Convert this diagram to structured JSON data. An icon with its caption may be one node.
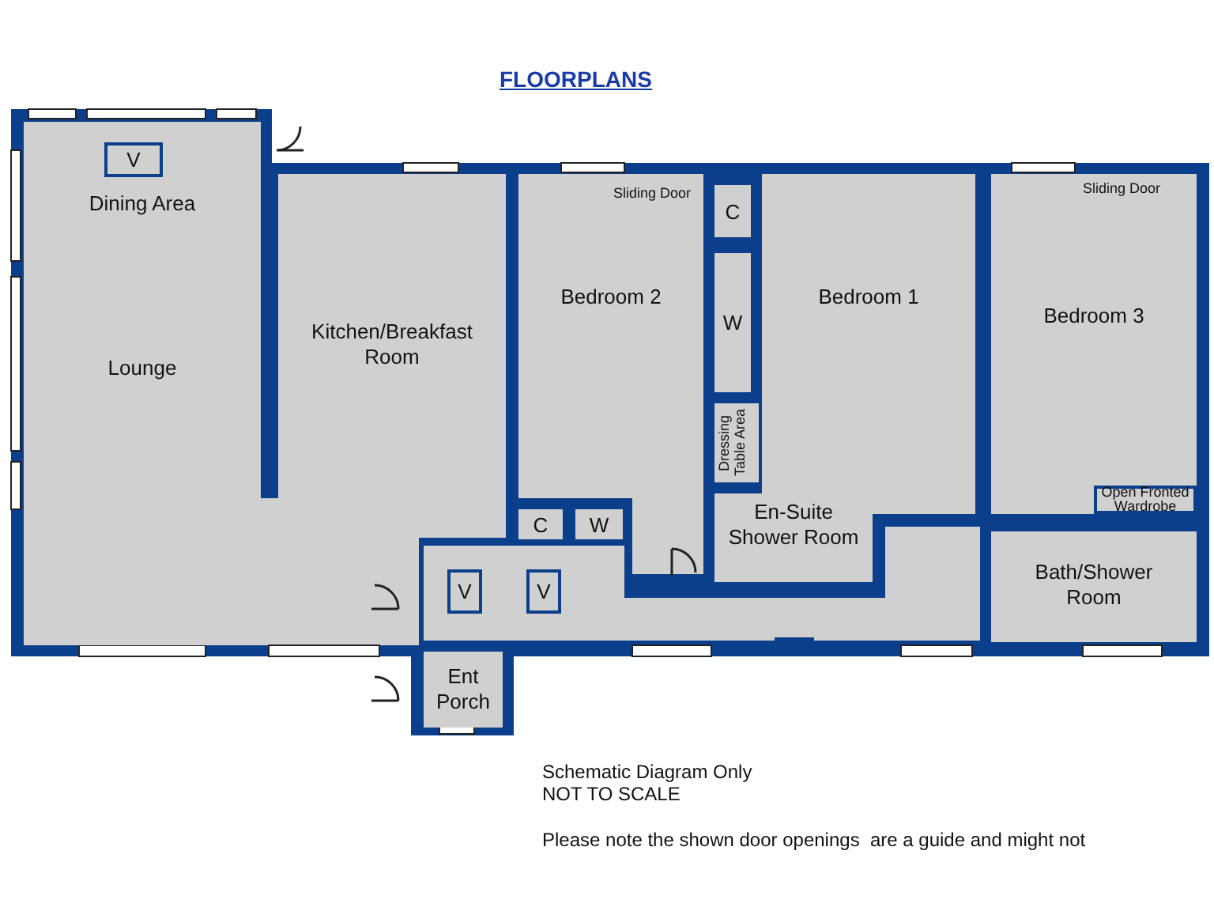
{
  "diagram": {
    "title": "FLOORPLANS",
    "nodes": [
      {
        "text": [
          "Dining Area",
          "Lounge"
        ]
      },
      {
        "text": [
          "V"
        ],
        "in": 0
      },
      {
        "text": [
          "Kitchen/Breakfast Room"
        ]
      },
      {
        "text": [
          "Bedroom 2"
        ]
      },
      {
        "text": [
          "C"
        ]
      },
      {
        "text": [
          "W"
        ]
      },
      {
        "text": [
          "Dressing Table Area"
        ]
      },
      {
        "text": [
          "Bedroom 1"
        ]
      },
      {
        "text": [
          "Bedroom 3"
        ]
      },
      {
        "text": [
          "Open Fronted Wardrobe"
        ],
        "in": 8
      },
      {
        "text": [
          "C"
        ]
      },
      {
        "text": [
          "W"
        ]
      },
      {
        "text": [
          "En-Suite Shower Room"
        ]
      },
      {
        "text": [
          "V"
        ]
      },
      {
        "text": [
          "V"
        ]
      },
      {
        "text": [
          "Bath/Shower Room"
        ]
      },
      {
        "text": [
          "Ent Porch"
        ]
      }
    ],
    "labels": [
      "Sliding Door",
      "Sliding Door",
      "Schematic Diagram Only",
      "NOT TO SCALE",
      "Please note the shown door openings  are a guide and might not"
    ]
  }
}
